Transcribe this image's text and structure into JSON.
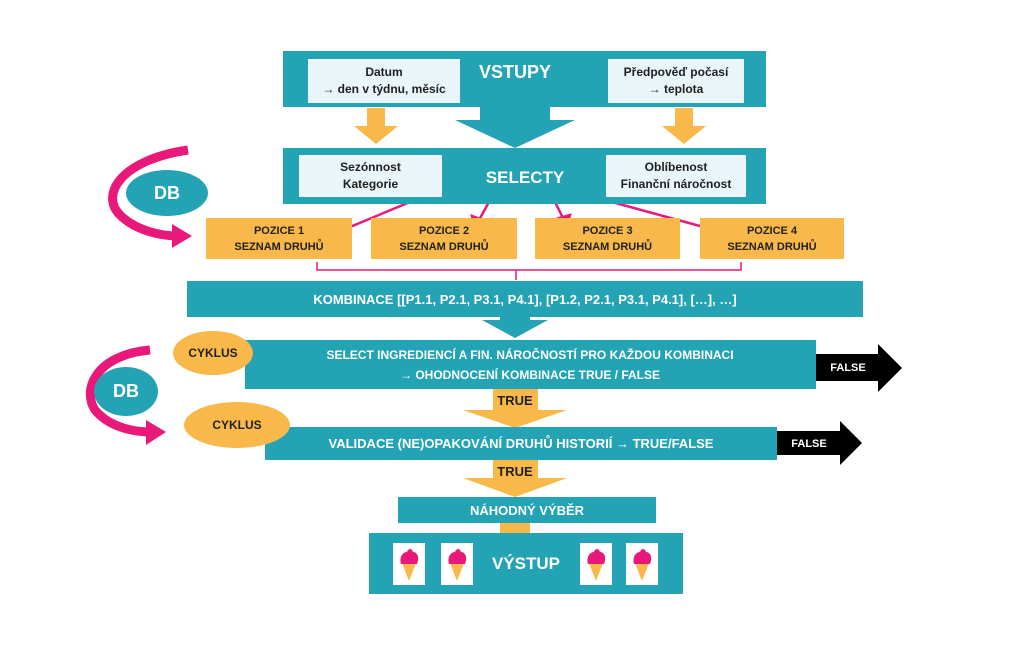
{
  "colors": {
    "teal": "#23a3b3",
    "orange": "#f8b84a",
    "magenta": "#e8197a",
    "light_box": "#e9f5f8",
    "black": "#000000"
  },
  "inputs": {
    "title": "VSTUPY",
    "left_box": {
      "line1": "Datum",
      "line2": "→ den v týdnu, měsíc"
    },
    "right_box": {
      "line1": "Předpověď počasí",
      "line2": "→ teplota"
    }
  },
  "selects": {
    "title": "SELECTY",
    "left_box": {
      "line1": "Sezónnost",
      "line2": "Kategorie"
    },
    "right_box": {
      "line1": "Oblíbenost",
      "line2": "Finanční náročnost"
    }
  },
  "db_top": {
    "label": "DB"
  },
  "positions": [
    {
      "line1": "POZICE 1",
      "line2": "SEZNAM DRUHŮ"
    },
    {
      "line1": "POZICE 2",
      "line2": "SEZNAM DRUHŮ"
    },
    {
      "line1": "POZICE 3",
      "line2": "SEZNAM DRUHŮ"
    },
    {
      "line1": "POZICE 4",
      "line2": "SEZNAM DRUHŮ"
    }
  ],
  "combinations": {
    "label": "KOMBINACE [[P1.1, P2.1, P3.1, P4.1], [P1.2, P2.1, P3.1, P4.1], […], …]"
  },
  "cycle1": {
    "badge": "CYKLUS",
    "line1": "SELECT INGREDIENCÍ A FIN. NÁROČNOSTÍ PRO KAŽDOU KOMBINACI",
    "line2": "→  OHODNOCENÍ  KOMBINACE TRUE / FALSE",
    "false_label": "FALSE",
    "true_label": "TRUE"
  },
  "db_bottom": {
    "label": "DB"
  },
  "cycle2": {
    "badge": "CYKLUS",
    "line1": "VALIDACE (NE)OPAKOVÁNÍ DRUHŮ HISTORIÍ → TRUE/FALSE",
    "false_label": "FALSE",
    "true_label": "TRUE"
  },
  "random_pick": {
    "label": "NÁHODNÝ VÝBĚR"
  },
  "output": {
    "label": "VÝSTUP",
    "icons": [
      "ice-cream-icon",
      "ice-cream-icon",
      "ice-cream-icon",
      "ice-cream-icon"
    ]
  }
}
